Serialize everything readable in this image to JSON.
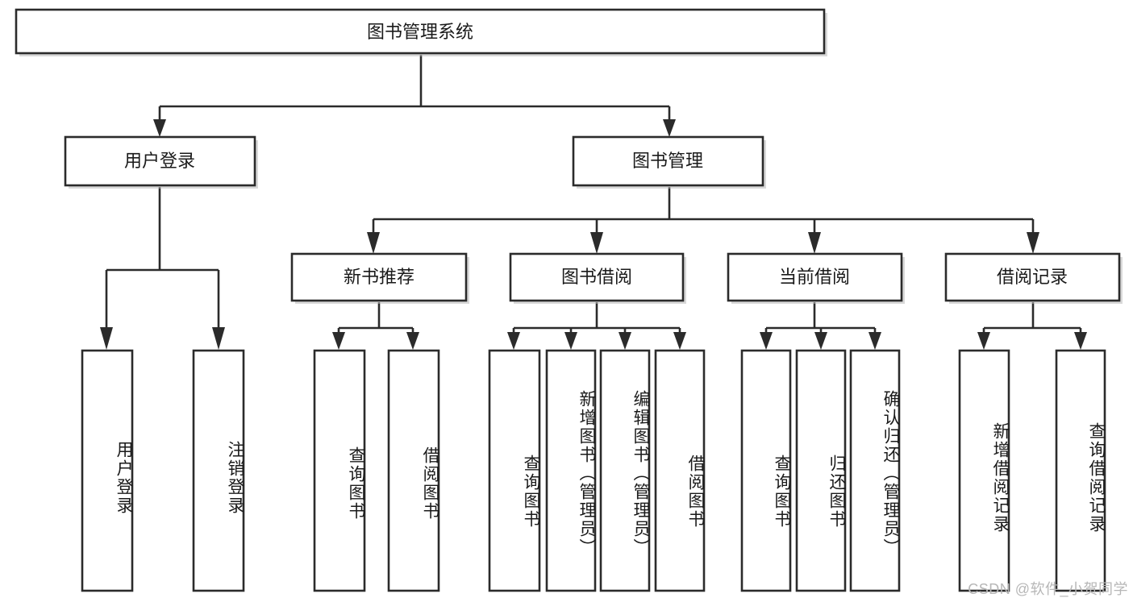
{
  "diagram": {
    "type": "tree",
    "title": "图书管理系统",
    "orientation": "top-down",
    "watermark": "CSDN @软件_小贺同学",
    "colors": {
      "stroke": "#2b2b2b",
      "fill": "#ffffff",
      "text": "#1a1a1a",
      "watermark": "#b7b7b7"
    },
    "root": {
      "id": "root",
      "label": "图书管理系统"
    },
    "level2": [
      {
        "id": "user-login",
        "label": "用户登录"
      },
      {
        "id": "book-manage",
        "label": "图书管理"
      }
    ],
    "level3": [
      {
        "id": "new-book-rec",
        "label": "新书推荐",
        "parent": "book-manage"
      },
      {
        "id": "book-borrow",
        "label": "图书借阅",
        "parent": "book-manage"
      },
      {
        "id": "current-borrow",
        "label": "当前借阅",
        "parent": "book-manage"
      },
      {
        "id": "borrow-record",
        "label": "借阅记录",
        "parent": "book-manage"
      }
    ],
    "leaves": [
      {
        "id": "leaf-user-login",
        "label": "用户登录",
        "parent": "user-login"
      },
      {
        "id": "leaf-user-logout",
        "label": "注销登录",
        "parent": "user-login"
      },
      {
        "id": "leaf-query-book-1",
        "label": "查询图书",
        "parent": "new-book-rec"
      },
      {
        "id": "leaf-borrow-book-1",
        "label": "借阅图书",
        "parent": "new-book-rec"
      },
      {
        "id": "leaf-query-book-2",
        "label": "查询图书",
        "parent": "book-borrow"
      },
      {
        "id": "leaf-add-book",
        "label": "新增图书（管理员）",
        "parent": "book-borrow"
      },
      {
        "id": "leaf-edit-book",
        "label": "编辑图书（管理员）",
        "parent": "book-borrow"
      },
      {
        "id": "leaf-borrow-book-2",
        "label": "借阅图书",
        "parent": "book-borrow"
      },
      {
        "id": "leaf-query-book-3",
        "label": "查询图书",
        "parent": "current-borrow"
      },
      {
        "id": "leaf-return-book",
        "label": "归还图书",
        "parent": "current-borrow"
      },
      {
        "id": "leaf-confirm-return",
        "label": "确认归还（管理员）",
        "parent": "current-borrow"
      },
      {
        "id": "leaf-add-record",
        "label": "新增借阅记录",
        "parent": "borrow-record"
      },
      {
        "id": "leaf-query-record",
        "label": "查询借阅记录",
        "parent": "borrow-record"
      }
    ]
  }
}
